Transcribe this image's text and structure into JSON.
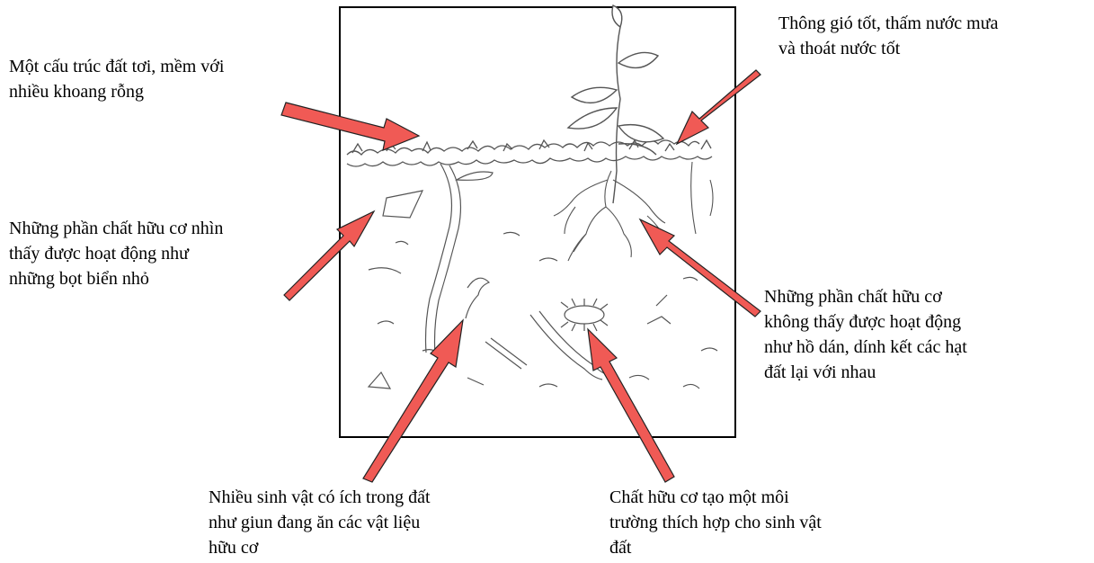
{
  "labels": {
    "top_left": "Một cấu trúc đất tơi, mềm với\nnhiều khoang rỗng",
    "top_right": "Thông gió tốt, thấm nước mưa\nvà thoát nước tốt",
    "mid_left": "Những phần chất hữu cơ nhìn\nthấy được hoạt động như\nnhững bọt biển nhỏ",
    "mid_right": "Những phần chất hữu cơ\nkhông thấy được hoạt động\nnhư hồ dán, dính kết các hạt\nđất lại với nhau",
    "bottom_left": "Nhiều sinh vật có ích trong đất\nnhư giun đang ăn các vật liệu\nhữu cơ",
    "bottom_right": "Chất hữu cơ tạo một môi\ntrường thích hợp cho sinh vật\nđất"
  },
  "colors": {
    "arrow_fill": "#f05a55",
    "arrow_stroke": "#222222",
    "frame": "#000000",
    "sketch": "#555555"
  }
}
